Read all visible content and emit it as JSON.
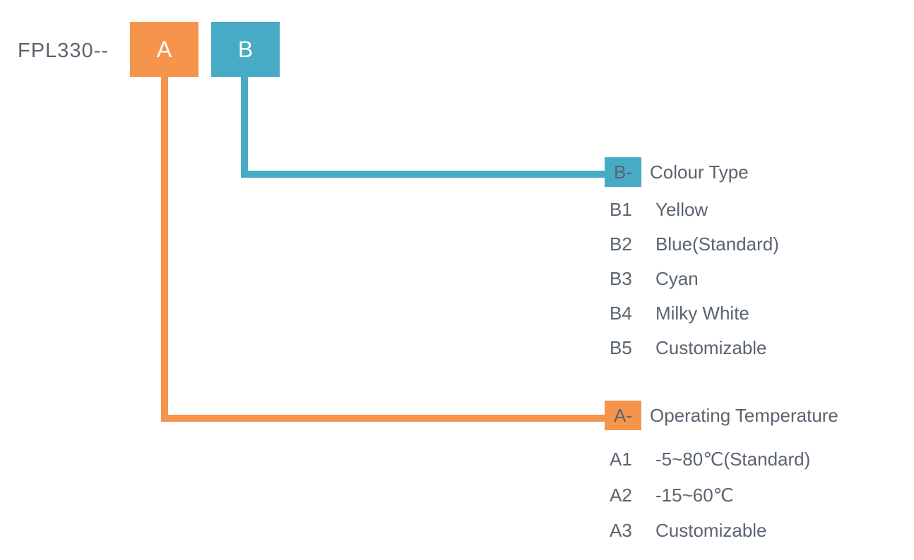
{
  "part_code": "FPL330--",
  "colors": {
    "orange": "#F5954B",
    "teal": "#48ABC5",
    "text": "#5A6470",
    "white_text": "#FFFFFF"
  },
  "code_boxes": [
    {
      "letter": "A"
    },
    {
      "letter": "B"
    }
  ],
  "sections": [
    {
      "tag": "B-",
      "title": "Colour Type",
      "items": [
        {
          "code": "B1",
          "label": "Yellow"
        },
        {
          "code": "B2",
          "label": "Blue(Standard)"
        },
        {
          "code": "B3",
          "label": "Cyan"
        },
        {
          "code": "B4",
          "label": "Milky White"
        },
        {
          "code": "B5",
          "label": "Customizable"
        }
      ]
    },
    {
      "tag": "A-",
      "title": "Operating Temperature",
      "items": [
        {
          "code": "A1",
          "label": "-5~80℃(Standard)"
        },
        {
          "code": "A2",
          "label": "-15~60℃"
        },
        {
          "code": "A3",
          "label": "Customizable"
        }
      ]
    }
  ]
}
